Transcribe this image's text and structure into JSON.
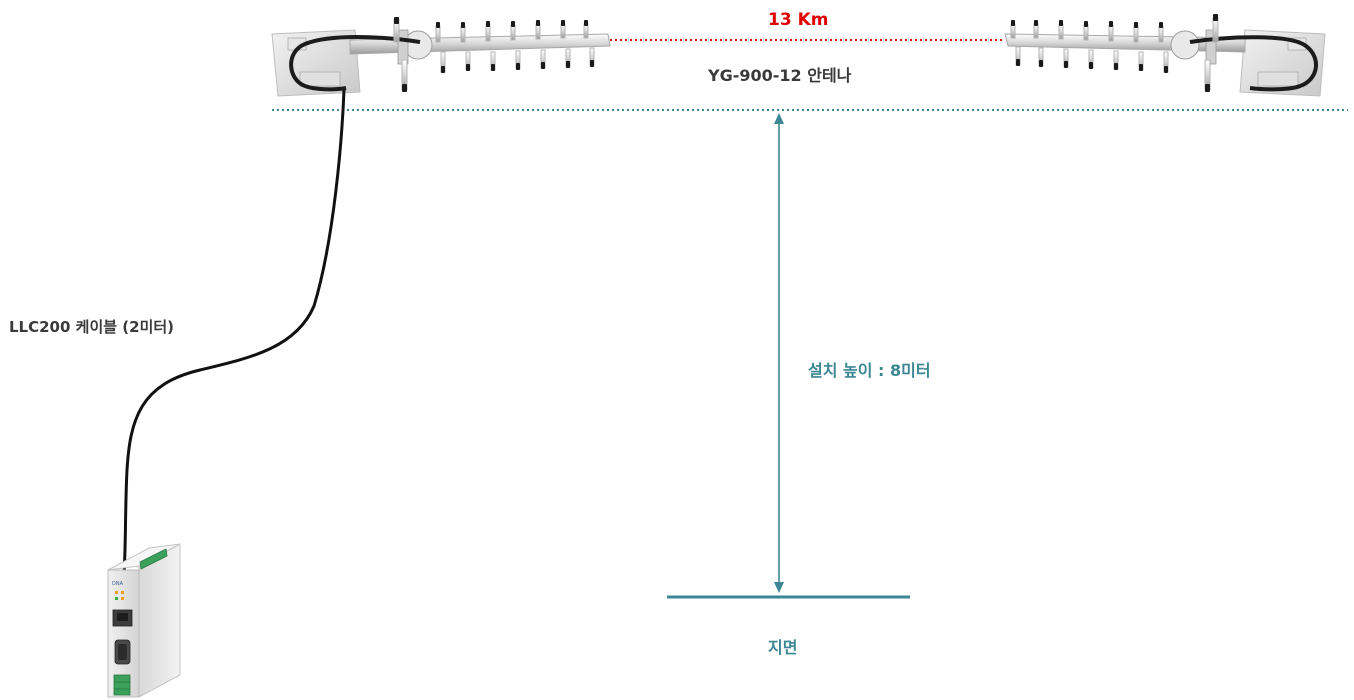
{
  "labels": {
    "distance": "13 Km",
    "antenna": "YG-900-12 안테나",
    "cable": "LLC200 케이블 (2미터)",
    "height": "설치 높이 : 8미터",
    "ground": "지면",
    "device_brand": "DNA"
  },
  "colors": {
    "distance_line": "#e00000",
    "mount_line": "#3b8793",
    "height_arrow": "#3b8793",
    "ground_line": "#3b8793",
    "cable": "#111111",
    "antenna_metal": "#d9d9d9"
  },
  "icons": [
    "yagi-antenna-icon",
    "gateway-device-icon"
  ]
}
